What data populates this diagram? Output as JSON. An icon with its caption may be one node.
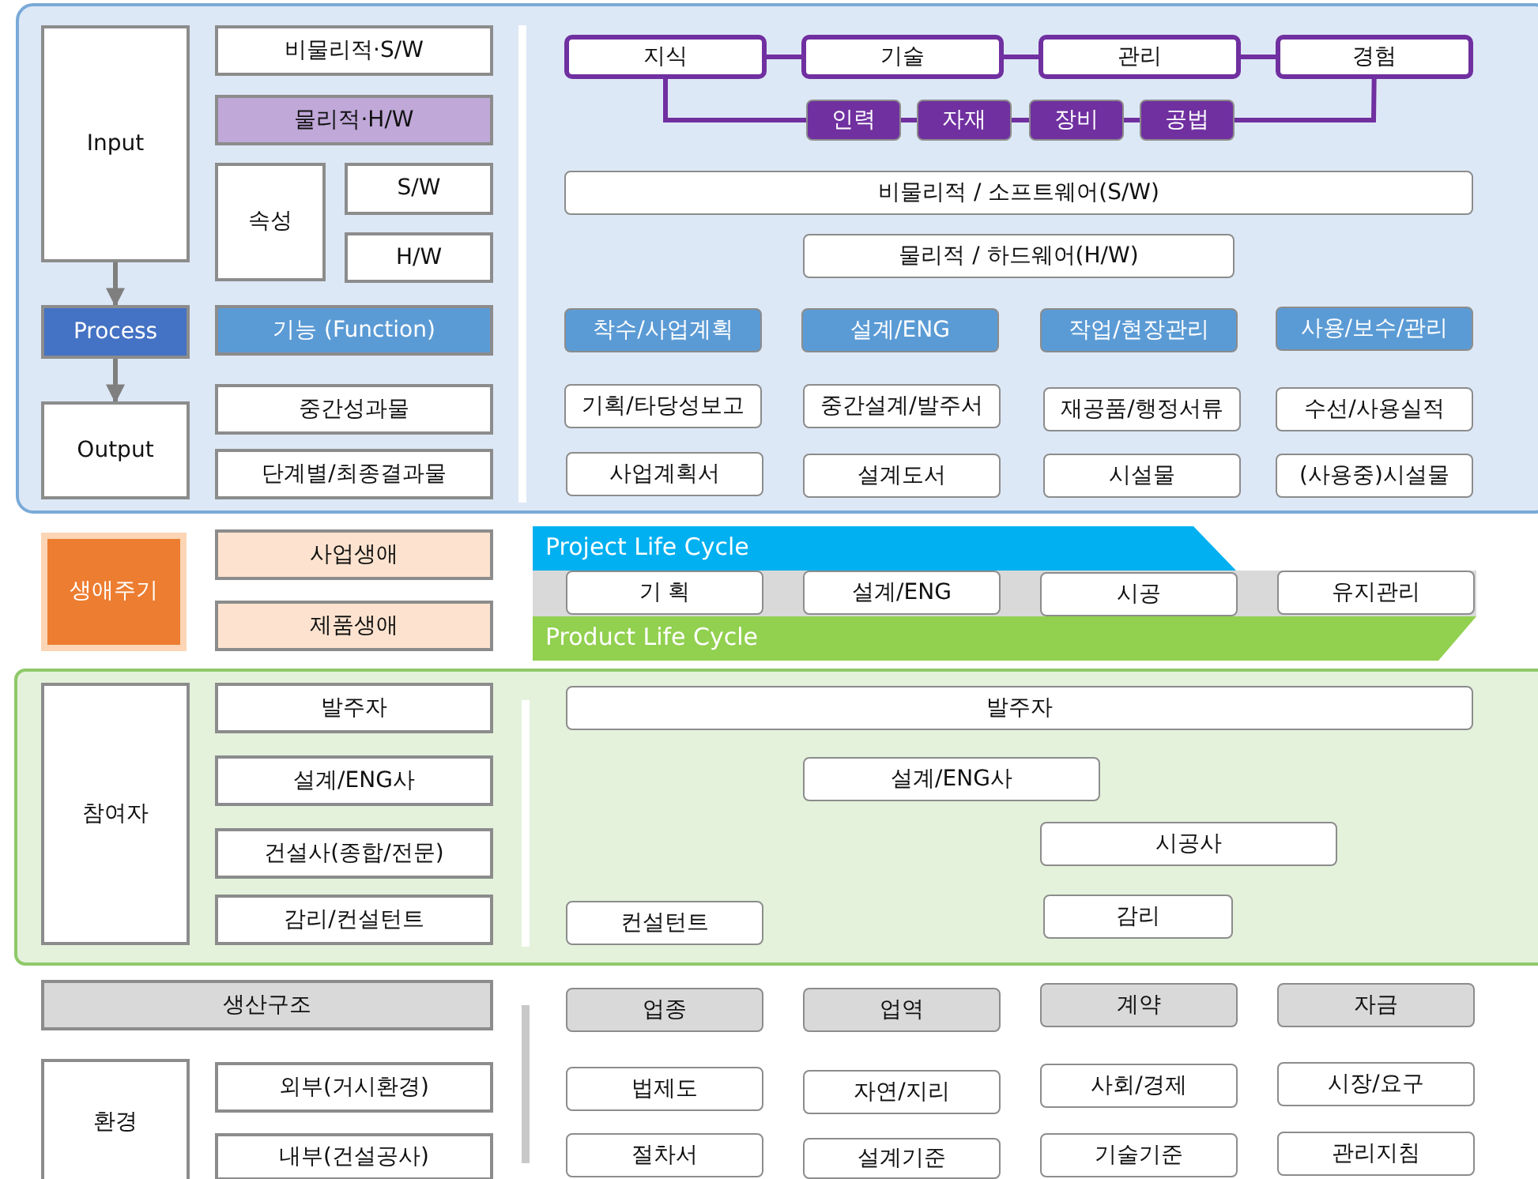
{
  "diagram": {
    "nodes": [
      {
        "text": [
          "Input"
        ]
      },
      {
        "text": [
          "Process"
        ]
      },
      {
        "text": [
          "Output"
        ]
      },
      {
        "text": [
          "비물리적·S/W"
        ]
      },
      {
        "text": [
          "물리적·H/W"
        ]
      },
      {
        "text": [
          "속성"
        ]
      },
      {
        "text": [
          "S/W"
        ]
      },
      {
        "text": [
          "H/W"
        ]
      },
      {
        "text": [
          "기능 (Function)"
        ]
      },
      {
        "text": [
          "중간성과물"
        ]
      },
      {
        "text": [
          "단계별/최종결과물"
        ]
      },
      {
        "text": [
          "지식"
        ]
      },
      {
        "text": [
          "기술"
        ]
      },
      {
        "text": [
          "관리"
        ]
      },
      {
        "text": [
          "경험"
        ]
      },
      {
        "text": [
          "인력"
        ]
      },
      {
        "text": [
          "자재"
        ]
      },
      {
        "text": [
          "장비"
        ]
      },
      {
        "text": [
          "공법"
        ]
      },
      {
        "text": [
          "비물리적 / 소프트웨어(S/W)"
        ]
      },
      {
        "text": [
          "물리적 / 하드웨어(H/W)"
        ]
      },
      {
        "text": [
          "착수/사업계획"
        ]
      },
      {
        "text": [
          "설계/ENG"
        ]
      },
      {
        "text": [
          "작업/현장관리"
        ]
      },
      {
        "text": [
          "사용/보수/관리"
        ]
      },
      {
        "text": [
          "기획/타당성보고"
        ]
      },
      {
        "text": [
          "중간설계/발주서"
        ]
      },
      {
        "text": [
          "재공품/행정서류"
        ]
      },
      {
        "text": [
          "수선/사용실적"
        ]
      },
      {
        "text": [
          "사업계획서"
        ]
      },
      {
        "text": [
          "설계도서"
        ]
      },
      {
        "text": [
          "시설물"
        ]
      },
      {
        "text": [
          "(사용중)시설물"
        ]
      },
      {
        "text": [
          "생애주기"
        ]
      },
      {
        "text": [
          "사업생애"
        ]
      },
      {
        "text": [
          "제품생애"
        ]
      },
      {
        "text": [
          "Project Life Cycle"
        ]
      },
      {
        "text": [
          "Product Life Cycle"
        ]
      },
      {
        "text": [
          "기 획"
        ]
      },
      {
        "text": [
          "설계/ENG"
        ]
      },
      {
        "text": [
          "시공"
        ]
      },
      {
        "text": [
          "유지관리"
        ]
      },
      {
        "text": [
          "참여자"
        ]
      },
      {
        "text": [
          "발주자"
        ]
      },
      {
        "text": [
          "설계/ENG사"
        ]
      },
      {
        "text": [
          "건설사(종합/전문)"
        ]
      },
      {
        "text": [
          "감리/컨설턴트"
        ]
      },
      {
        "text": [
          "발주자"
        ]
      },
      {
        "text": [
          "설계/ENG사"
        ]
      },
      {
        "text": [
          "시공사"
        ]
      },
      {
        "text": [
          "컨설턴트"
        ]
      },
      {
        "text": [
          "감리"
        ]
      },
      {
        "text": [
          "생산구조"
        ]
      },
      {
        "text": [
          "환경"
        ]
      },
      {
        "text": [
          "외부(거시환경)"
        ]
      },
      {
        "text": [
          "내부(건설공사)"
        ]
      },
      {
        "text": [
          "업종"
        ]
      },
      {
        "text": [
          "업역"
        ]
      },
      {
        "text": [
          "계약"
        ]
      },
      {
        "text": [
          "자금"
        ]
      },
      {
        "text": [
          "법제도"
        ]
      },
      {
        "text": [
          "자연/지리"
        ]
      },
      {
        "text": [
          "사회/경제"
        ]
      },
      {
        "text": [
          "시장/요구"
        ]
      },
      {
        "text": [
          "절차서"
        ]
      },
      {
        "text": [
          "설계기준"
        ]
      },
      {
        "text": [
          "기술기준"
        ]
      },
      {
        "text": [
          "관리지침"
        ]
      }
    ],
    "edges": [
      {
        "from": 0,
        "to": 1,
        "arrow": "to",
        "color": "#7f7f7f"
      },
      {
        "from": 1,
        "to": 2,
        "arrow": "to",
        "color": "#7f7f7f"
      },
      {
        "from": 11,
        "to": 12,
        "arrow": "none"
      },
      {
        "from": 12,
        "to": 13,
        "arrow": "none"
      },
      {
        "from": 13,
        "to": 14,
        "arrow": "none"
      },
      {
        "from": 11,
        "to": 15,
        "arrow": "none"
      },
      {
        "from": 15,
        "to": 16,
        "arrow": "none"
      },
      {
        "from": 16,
        "to": 17,
        "arrow": "none"
      },
      {
        "from": 17,
        "to": 18,
        "arrow": "none"
      },
      {
        "from": 18,
        "to": 14,
        "arrow": "none"
      }
    ]
  }
}
